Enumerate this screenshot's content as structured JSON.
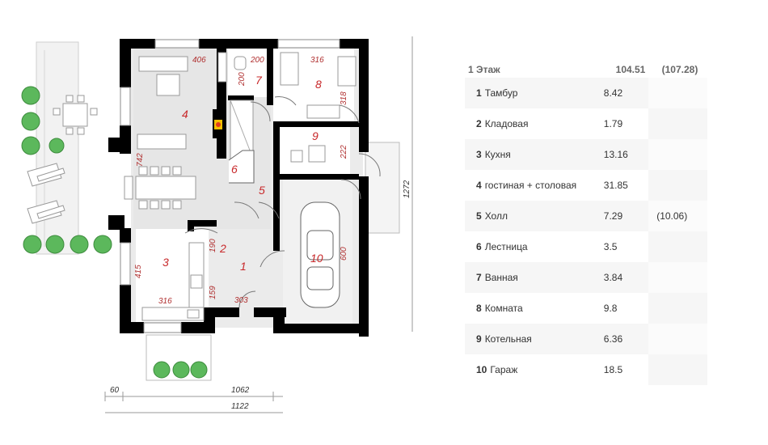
{
  "plan": {
    "dims": {
      "d406": "406",
      "d200a": "200",
      "d316a": "316",
      "d200b": "200",
      "d318": "318",
      "d742": "742",
      "d222": "222",
      "d1272": "1272",
      "d190": "190",
      "d415": "415",
      "d600": "600",
      "d159": "159",
      "d316b": "316",
      "d303": "303",
      "d60": "60",
      "d1062": "1062",
      "d1122": "1122"
    },
    "rooms": {
      "r1": "1",
      "r2": "2",
      "r3": "3",
      "r4": "4",
      "r5": "5",
      "r6": "6",
      "r7": "7",
      "r8": "8",
      "r9": "9",
      "r10": "10"
    }
  },
  "table": {
    "header": {
      "label_num": "1",
      "label": "Этаж",
      "area": "104.51",
      "area_total": "(107.28)"
    },
    "rows": [
      {
        "num": "1",
        "name": "Тамбур",
        "area": "8.42",
        "extra": ""
      },
      {
        "num": "2",
        "name": "Кладовая",
        "area": "1.79",
        "extra": ""
      },
      {
        "num": "3",
        "name": "Кухня",
        "area": "13.16",
        "extra": ""
      },
      {
        "num": "4",
        "name": "гостиная + столовая",
        "area": "31.85",
        "extra": ""
      },
      {
        "num": "5",
        "name": "Холл",
        "area": "7.29",
        "extra": "(10.06)"
      },
      {
        "num": "6",
        "name": "Лестница",
        "area": "3.5",
        "extra": ""
      },
      {
        "num": "7",
        "name": "Ванная",
        "area": "3.84",
        "extra": ""
      },
      {
        "num": "8",
        "name": "Комната",
        "area": "9.8",
        "extra": ""
      },
      {
        "num": "9",
        "name": "Котельная",
        "area": "6.36",
        "extra": ""
      },
      {
        "num": "10",
        "name": "Гараж",
        "area": "18.5",
        "extra": ""
      }
    ]
  }
}
